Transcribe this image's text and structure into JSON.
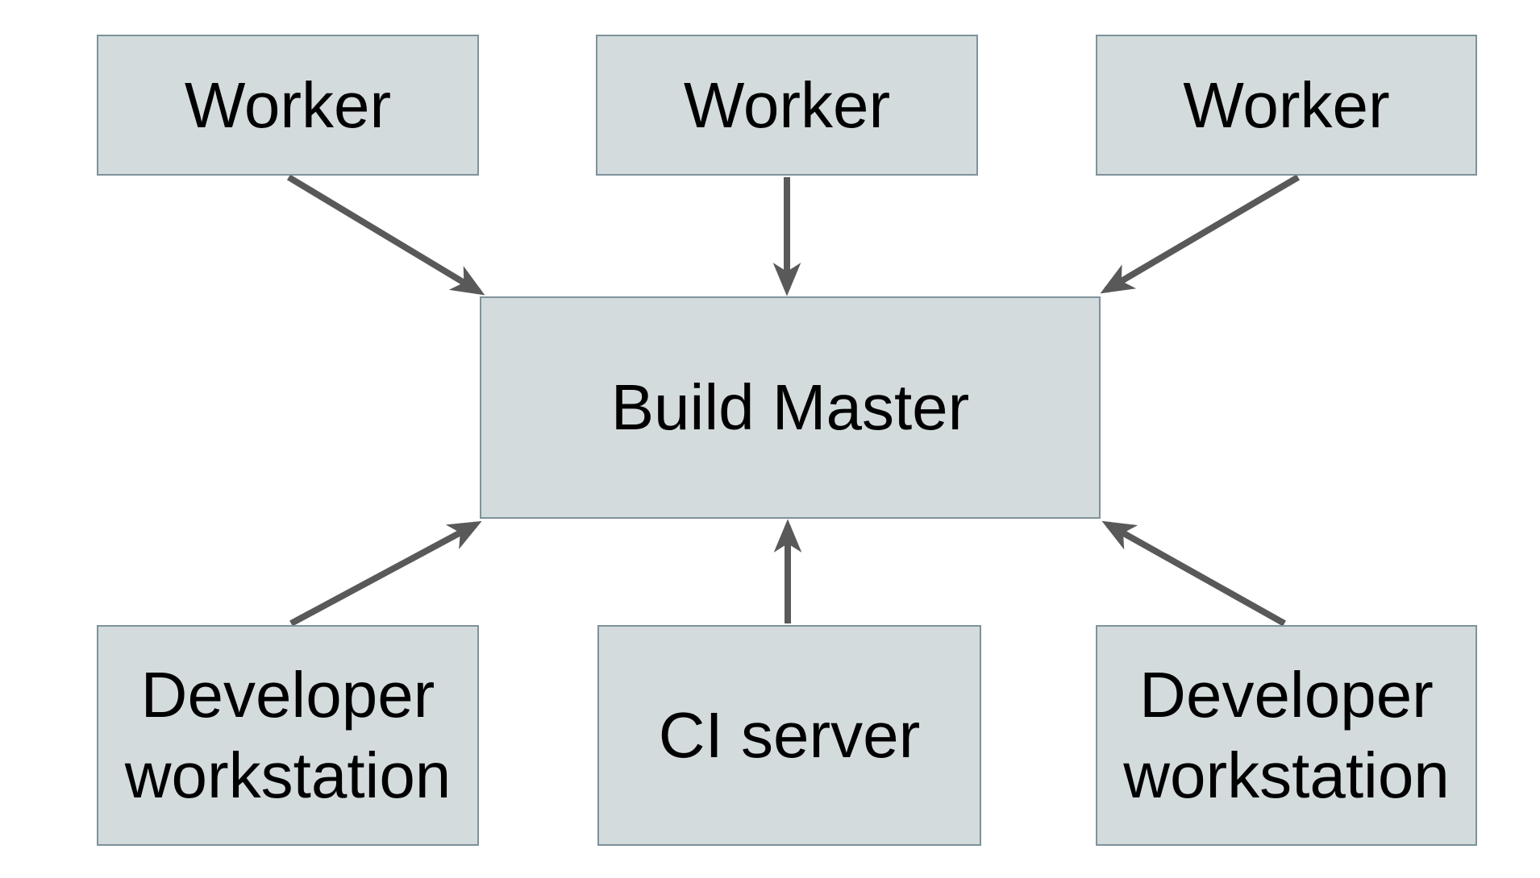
{
  "diagram": {
    "nodes": [
      {
        "id": "worker-1",
        "label": "Worker"
      },
      {
        "id": "worker-2",
        "label": "Worker"
      },
      {
        "id": "worker-3",
        "label": "Worker"
      },
      {
        "id": "build-master",
        "label": "Build Master"
      },
      {
        "id": "developer-workstation-left",
        "label": "Developer workstation"
      },
      {
        "id": "ci-server",
        "label": "CI server"
      },
      {
        "id": "developer-workstation-right",
        "label": "Developer workstation"
      }
    ],
    "edges": [
      {
        "from": "worker-1",
        "to": "build-master"
      },
      {
        "from": "worker-2",
        "to": "build-master"
      },
      {
        "from": "worker-3",
        "to": "build-master"
      },
      {
        "from": "developer-workstation-left",
        "to": "build-master"
      },
      {
        "from": "ci-server",
        "to": "build-master"
      },
      {
        "from": "developer-workstation-right",
        "to": "build-master"
      }
    ],
    "colors": {
      "node_fill": "#d3dbdd",
      "node_border": "#7e929b",
      "arrow": "#595959",
      "text": "#000000",
      "background": "#ffffff"
    }
  }
}
